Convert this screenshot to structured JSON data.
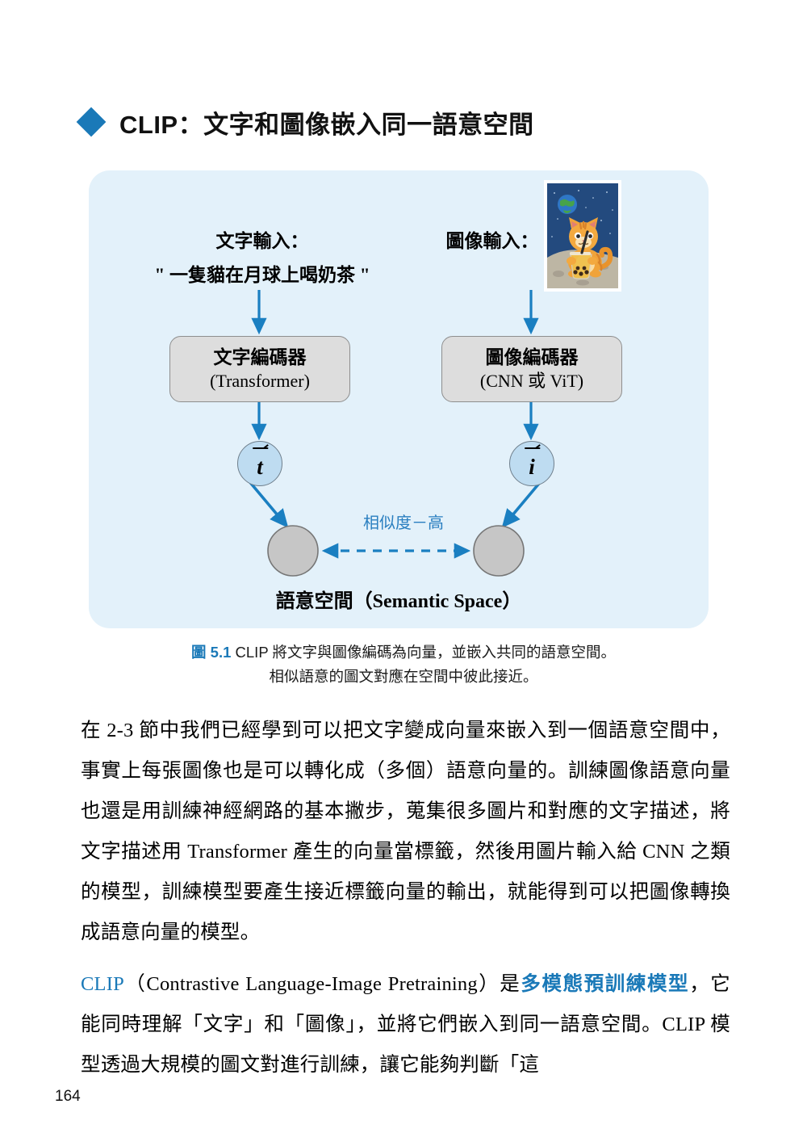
{
  "heading": {
    "bullet_icon": "diamond-bullet-icon",
    "title": "CLIP：文字和圖像嵌入同一語意空間",
    "accent_color": "#1a79b8"
  },
  "figure": {
    "panel_bg_color": "#e3f1fa",
    "arrow_color": "#1a7fc1",
    "text_input_label": "文字輸入：",
    "text_input_value": "\" 一隻貓在月球上喝奶茶 \"",
    "image_input_label": "圖像輸入：",
    "image_thumbnail": {
      "alt": "月球上喝珍珠奶茶的橘貓插圖",
      "icon": "cat-on-moon-illustration"
    },
    "text_encoder": {
      "line1": "文字編碼器",
      "line2": "(Transformer)"
    },
    "image_encoder": {
      "line1": "圖像編碼器",
      "line2": "(CNN 或 ViT)"
    },
    "text_vector_glyph": "t",
    "image_vector_glyph": "i",
    "similarity_label": "相似度－高",
    "semantic_space_label": "語意空間（Semantic Space）",
    "point_fill_color": "#c6c6c6"
  },
  "caption": {
    "tag": "圖 5.1",
    "line1": "CLIP 將文字與圖像編碼為向量，並嵌入共同的語意空間。",
    "line2": "相似語意的圖文對應在空間中彼此接近。"
  },
  "body": {
    "paragraph1": {
      "part1": "在 2-3 節中我們已經學到可以把文字變成向量來嵌入到一個語意空間中，事實上每張圖像也是可以轉化成（多個）語意向量的。訓練圖像語意向量也還是用訓練神經網路的基本撇步，蒐集很多圖片和對應的文字描述，將文字描述用 Transformer 產生的向量當標籤，然後用圖片輸入給 CNN 之類的模型，訓練模型要產生接近標籤向量的輸出，就能得到可以把圖像轉換成語意向量的模型。"
    },
    "paragraph2": {
      "clip_term": "CLIP",
      "expansion": "（Contrastive Language-Image Pretraining）是",
      "highlight": "多模態預訓練模型",
      "rest": "，它能同時理解「文字」和「圖像」，並將它們嵌入到同一語意空間。CLIP 模型透過大規模的圖文對進行訓練，讓它能夠判斷「這"
    }
  },
  "page_number": "164"
}
